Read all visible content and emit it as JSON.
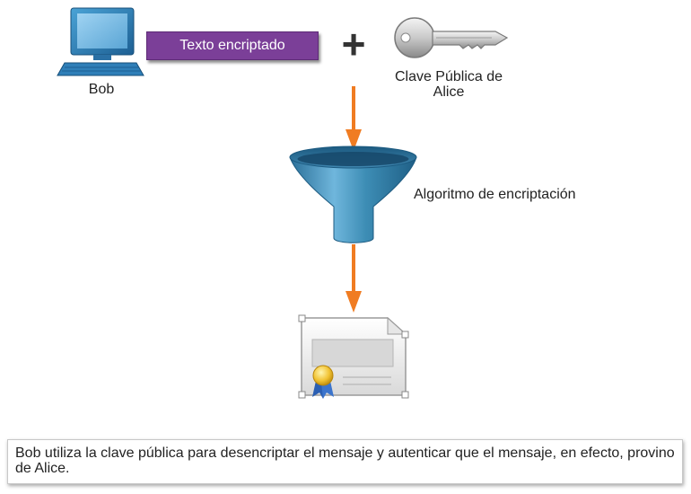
{
  "sender": {
    "name": "Bob",
    "icon": "computer-icon"
  },
  "ciphertext": {
    "label": "Texto encriptado",
    "color": "#7b3f98"
  },
  "operator": "+",
  "key": {
    "label": "Clave Pública de Alice",
    "icon": "key-icon"
  },
  "algorithm": {
    "label": "Algoritmo de encriptación",
    "icon": "funnel-icon",
    "color": "#3d8db5"
  },
  "result": {
    "icon": "certificate-icon"
  },
  "arrows": {
    "color": "#f07c22"
  },
  "caption": "Bob utiliza la clave pública para desencriptar el mensaje y autenticar que el mensaje, en efecto, provino de Alice."
}
